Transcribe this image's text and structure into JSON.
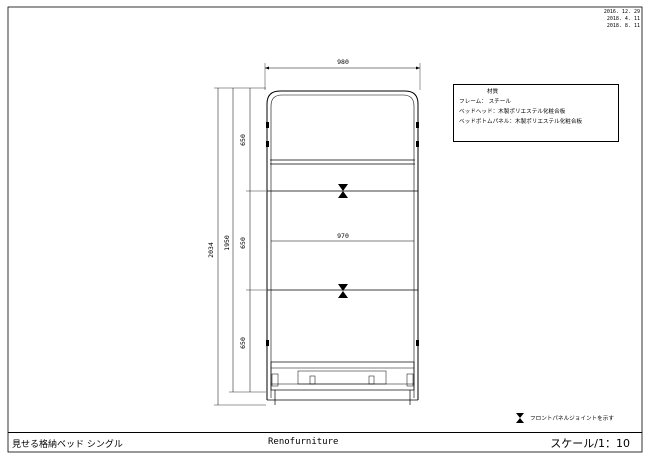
{
  "revision_dates": [
    "2016. 12. 29",
    "2018. 4. 11",
    "2018. 8. 11"
  ],
  "dimensions": {
    "overall_width": "980",
    "inner_width": "970",
    "overall_length": "2034",
    "inner_length": "1950",
    "panel_1": "650",
    "panel_2": "650",
    "panel_3": "650"
  },
  "spec_box": {
    "title": "材質",
    "frame": "フレーム： スチール",
    "headboard": "ベッドヘッド：木製ポリエステル化粧合板",
    "bottom_panel": "ベッドボトムパネル：木製ポリエステル化粧合板"
  },
  "legend": {
    "text": "フロントパネルジョイントを示す",
    "icon": "hourglass-joint-symbol"
  },
  "title_block": {
    "product_name": "見せる格納ベッド シングル",
    "brand": "Renofurniture",
    "scale": "スケール/1：10"
  }
}
